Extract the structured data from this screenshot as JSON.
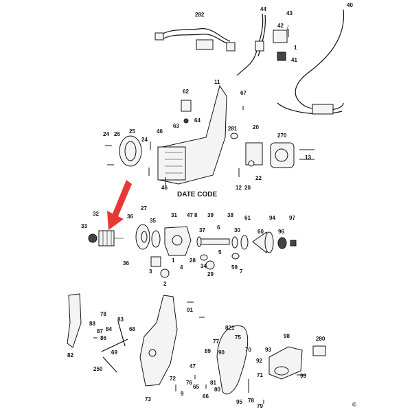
{
  "diagram": {
    "date_code_label": "DATE CODE",
    "copyright_symbol": "©",
    "highlight_arrow_color": "#e53935",
    "part_numbers": {
      "p282": "282",
      "p44": "44",
      "p40": "40",
      "p43": "43",
      "p42": "42",
      "p1a": "1",
      "p41": "41",
      "p11": "11",
      "p62": "62",
      "p67": "67",
      "p64": "64",
      "p63": "63",
      "p281": "281",
      "p20a": "20",
      "p270": "270",
      "p24a": "24",
      "p26": "26",
      "p25": "25",
      "p46a": "46",
      "p24b": "24",
      "p46b": "46",
      "p12": "12",
      "p20b": "20",
      "p22": "22",
      "p13": "13",
      "p32": "32",
      "p33": "33",
      "p27": "27",
      "p36a": "36",
      "p35": "35",
      "p31": "31",
      "p47": "47",
      "p8": "8",
      "p39": "39",
      "p6": "6",
      "p38": "38",
      "p61": "61",
      "p94": "94",
      "p97": "97",
      "p36b": "36",
      "p3": "3",
      "p1b": "1",
      "p4": "4",
      "p37": "37",
      "p30": "30",
      "p60": "60",
      "p96": "96",
      "p28": "28",
      "p34": "34",
      "p5": "5",
      "p59": "59",
      "p7": "7",
      "p29": "29",
      "p2": "2",
      "p91": "91",
      "p78": "78",
      "p88": "88",
      "p87": "87",
      "p84": "84",
      "p83": "83",
      "p68": "68",
      "p82": "82",
      "p86": "86",
      "p69": "69",
      "p250": "250",
      "p821": "821",
      "p75": "75",
      "p77": "77",
      "p89": "89",
      "p90": "90",
      "p98": "98",
      "p280": "280",
      "p93": "93",
      "p92": "92",
      "p99": "99",
      "p71": "71",
      "p72": "72",
      "p47b": "47",
      "p76": "76",
      "p65": "65",
      "p66": "66",
      "p80": "80",
      "p81": "81",
      "p70": "70",
      "p73": "73",
      "p9": "9",
      "p78b": "78",
      "p95": "95",
      "p79": "79"
    }
  }
}
